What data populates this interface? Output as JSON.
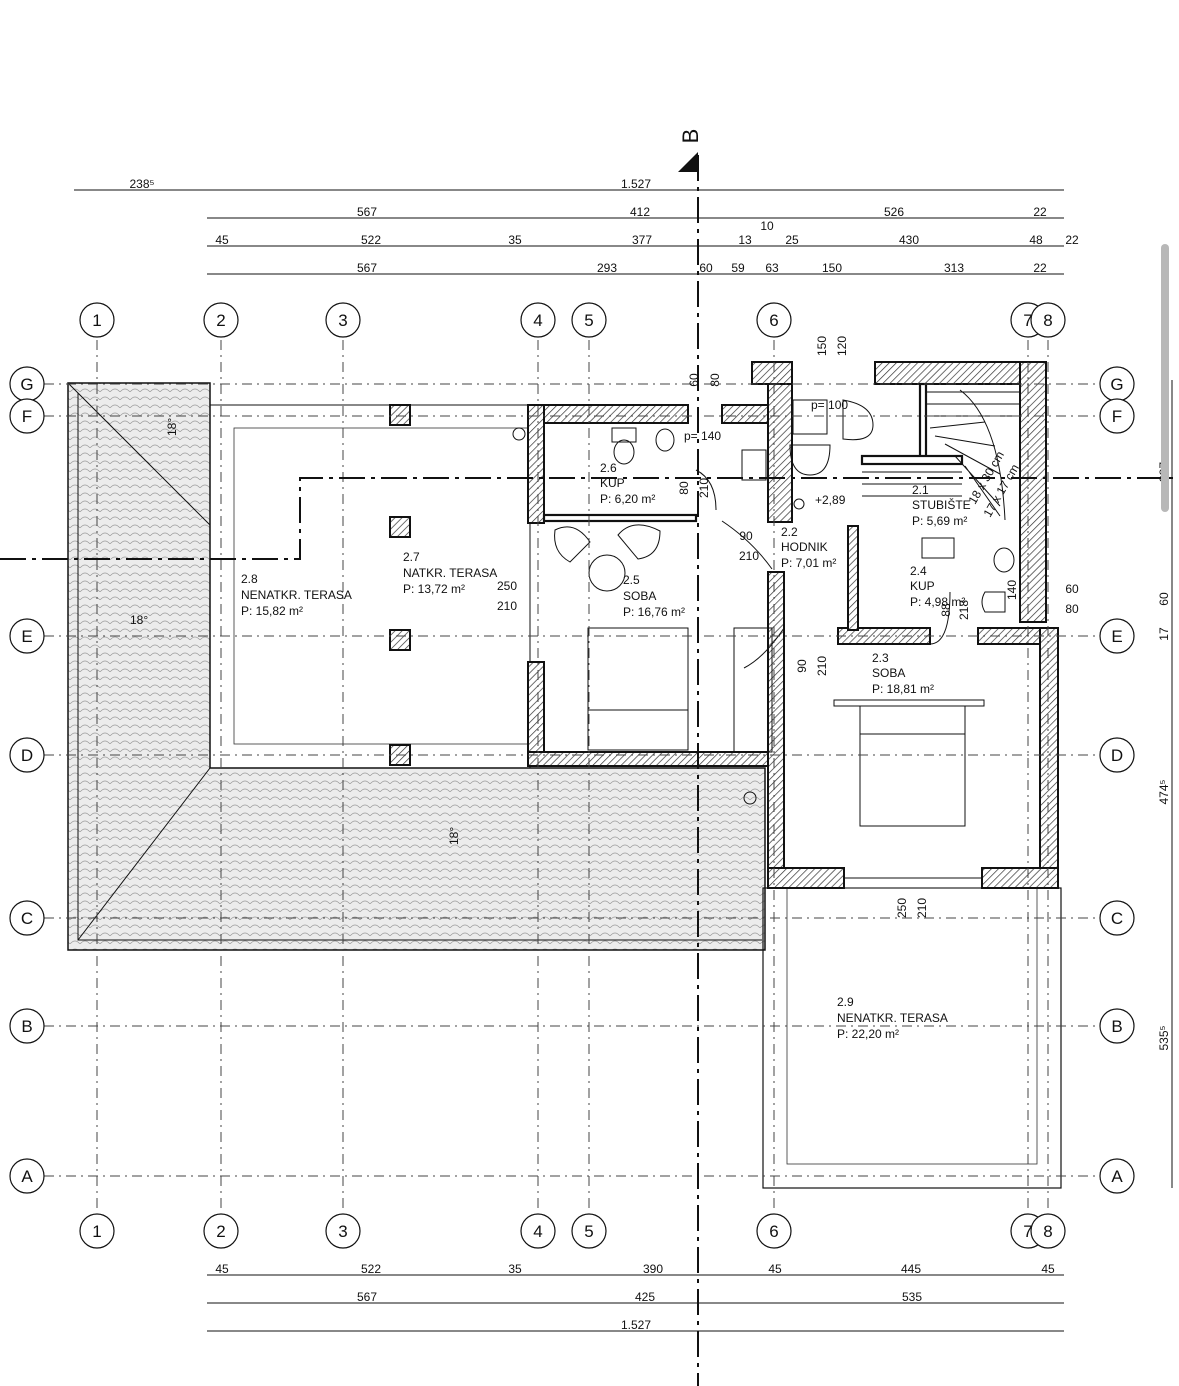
{
  "section_marker": "B",
  "axes": {
    "columns": [
      "1",
      "2",
      "3",
      "4",
      "5",
      "6",
      "7",
      "8"
    ],
    "rows": [
      "G",
      "F",
      "E",
      "D",
      "C",
      "B",
      "A"
    ]
  },
  "dims_top": {
    "row1": [
      "238⁵",
      "1.527"
    ],
    "row2": [
      "567",
      "412",
      "10",
      "526",
      "22"
    ],
    "row3": [
      "45",
      "522",
      "35",
      "377",
      "13",
      "25",
      "430",
      "48",
      "22"
    ],
    "row4": [
      "567",
      "293",
      "60",
      "59",
      "63",
      "150",
      "313",
      "22"
    ]
  },
  "dims_bottom": {
    "row1": [
      "45",
      "522",
      "35",
      "390",
      "45",
      "445",
      "45"
    ],
    "row2": [
      "567",
      "425",
      "535"
    ],
    "row3": [
      "1.527"
    ]
  },
  "dims_right": [
    "387",
    "17",
    "60",
    "474⁵",
    "535⁵"
  ],
  "openings": [
    "150",
    "120",
    "60",
    "80",
    "80",
    "210",
    "90",
    "210",
    "250",
    "210",
    "90",
    "210",
    "88",
    "218",
    "140",
    "60",
    "80",
    "250",
    "210"
  ],
  "labels": {
    "p100": "p= 100",
    "p140": "p= 140",
    "level": "+2,89",
    "stairs": "18 x 30 cm",
    "stairs2": "17 x 17 cm",
    "slope": "18°"
  },
  "rooms": [
    {
      "num": "2.1",
      "name": "STUBIŠTE",
      "area": "P: 5,69 m²"
    },
    {
      "num": "2.2",
      "name": "HODNIK",
      "area": "P: 7,01 m²"
    },
    {
      "num": "2.3",
      "name": "SOBA",
      "area": "P: 18,81 m²"
    },
    {
      "num": "2.4",
      "name": "KUP",
      "area": "P: 4,98 m²"
    },
    {
      "num": "2.5",
      "name": "SOBA",
      "area": "P: 16,76 m²"
    },
    {
      "num": "2.6",
      "name": "KUP",
      "area": "P: 6,20 m²"
    },
    {
      "num": "2.7",
      "name": "NATKR. TERASA",
      "area": "P: 13,72 m²"
    },
    {
      "num": "2.8",
      "name": "NENATKR. TERASA",
      "area": "P: 15,82 m²"
    },
    {
      "num": "2.9",
      "name": "NENATKR. TERASA",
      "area": "P: 22,20 m²"
    }
  ]
}
